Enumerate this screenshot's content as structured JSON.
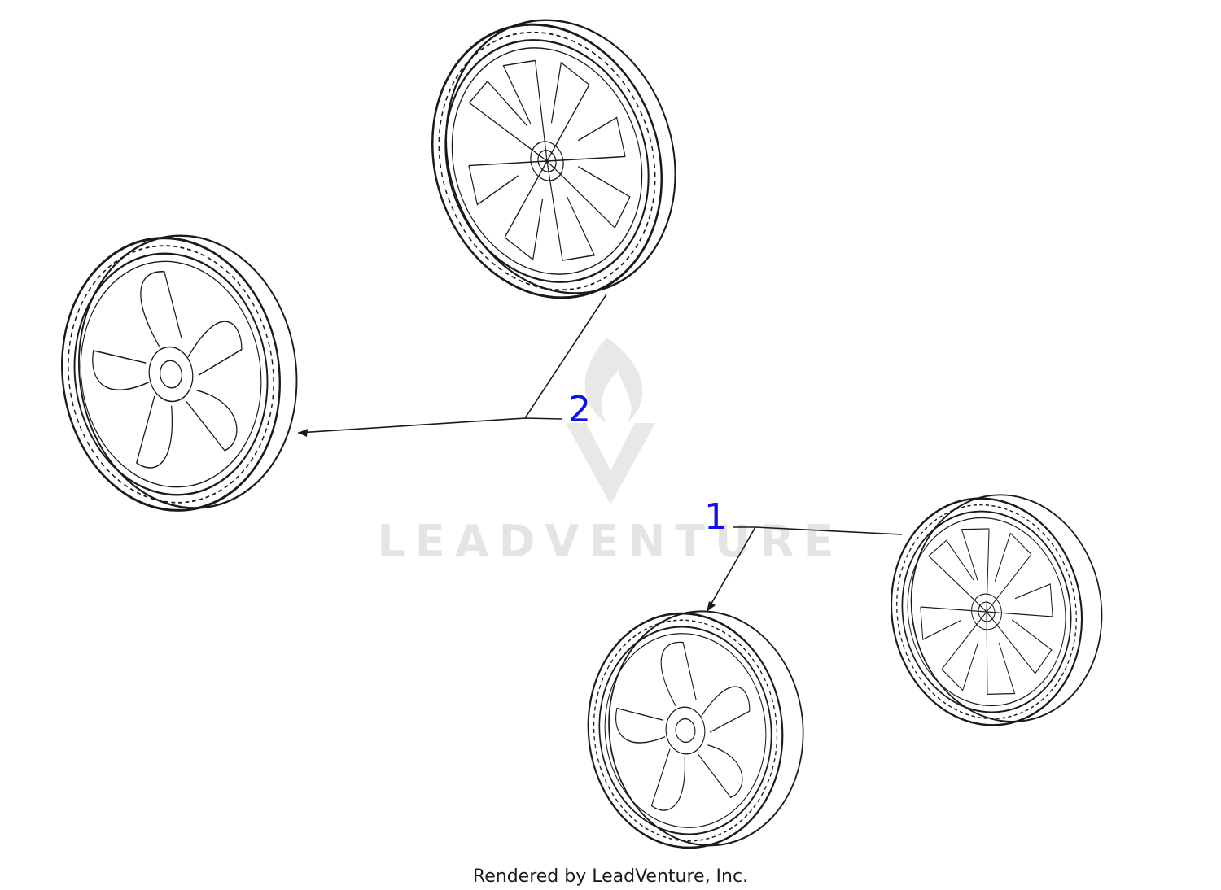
{
  "diagram": {
    "callouts": [
      {
        "label": "2",
        "part": "wheel-rear"
      },
      {
        "label": "1",
        "part": "wheel-front"
      }
    ],
    "watermark": "LEADVENTURE",
    "footer": "Rendered by LeadVenture, Inc."
  },
  "colors": {
    "line": "#1a1a1a",
    "callout": "#1010ee",
    "watermark": "#e2e2e2",
    "background": "#ffffff"
  }
}
